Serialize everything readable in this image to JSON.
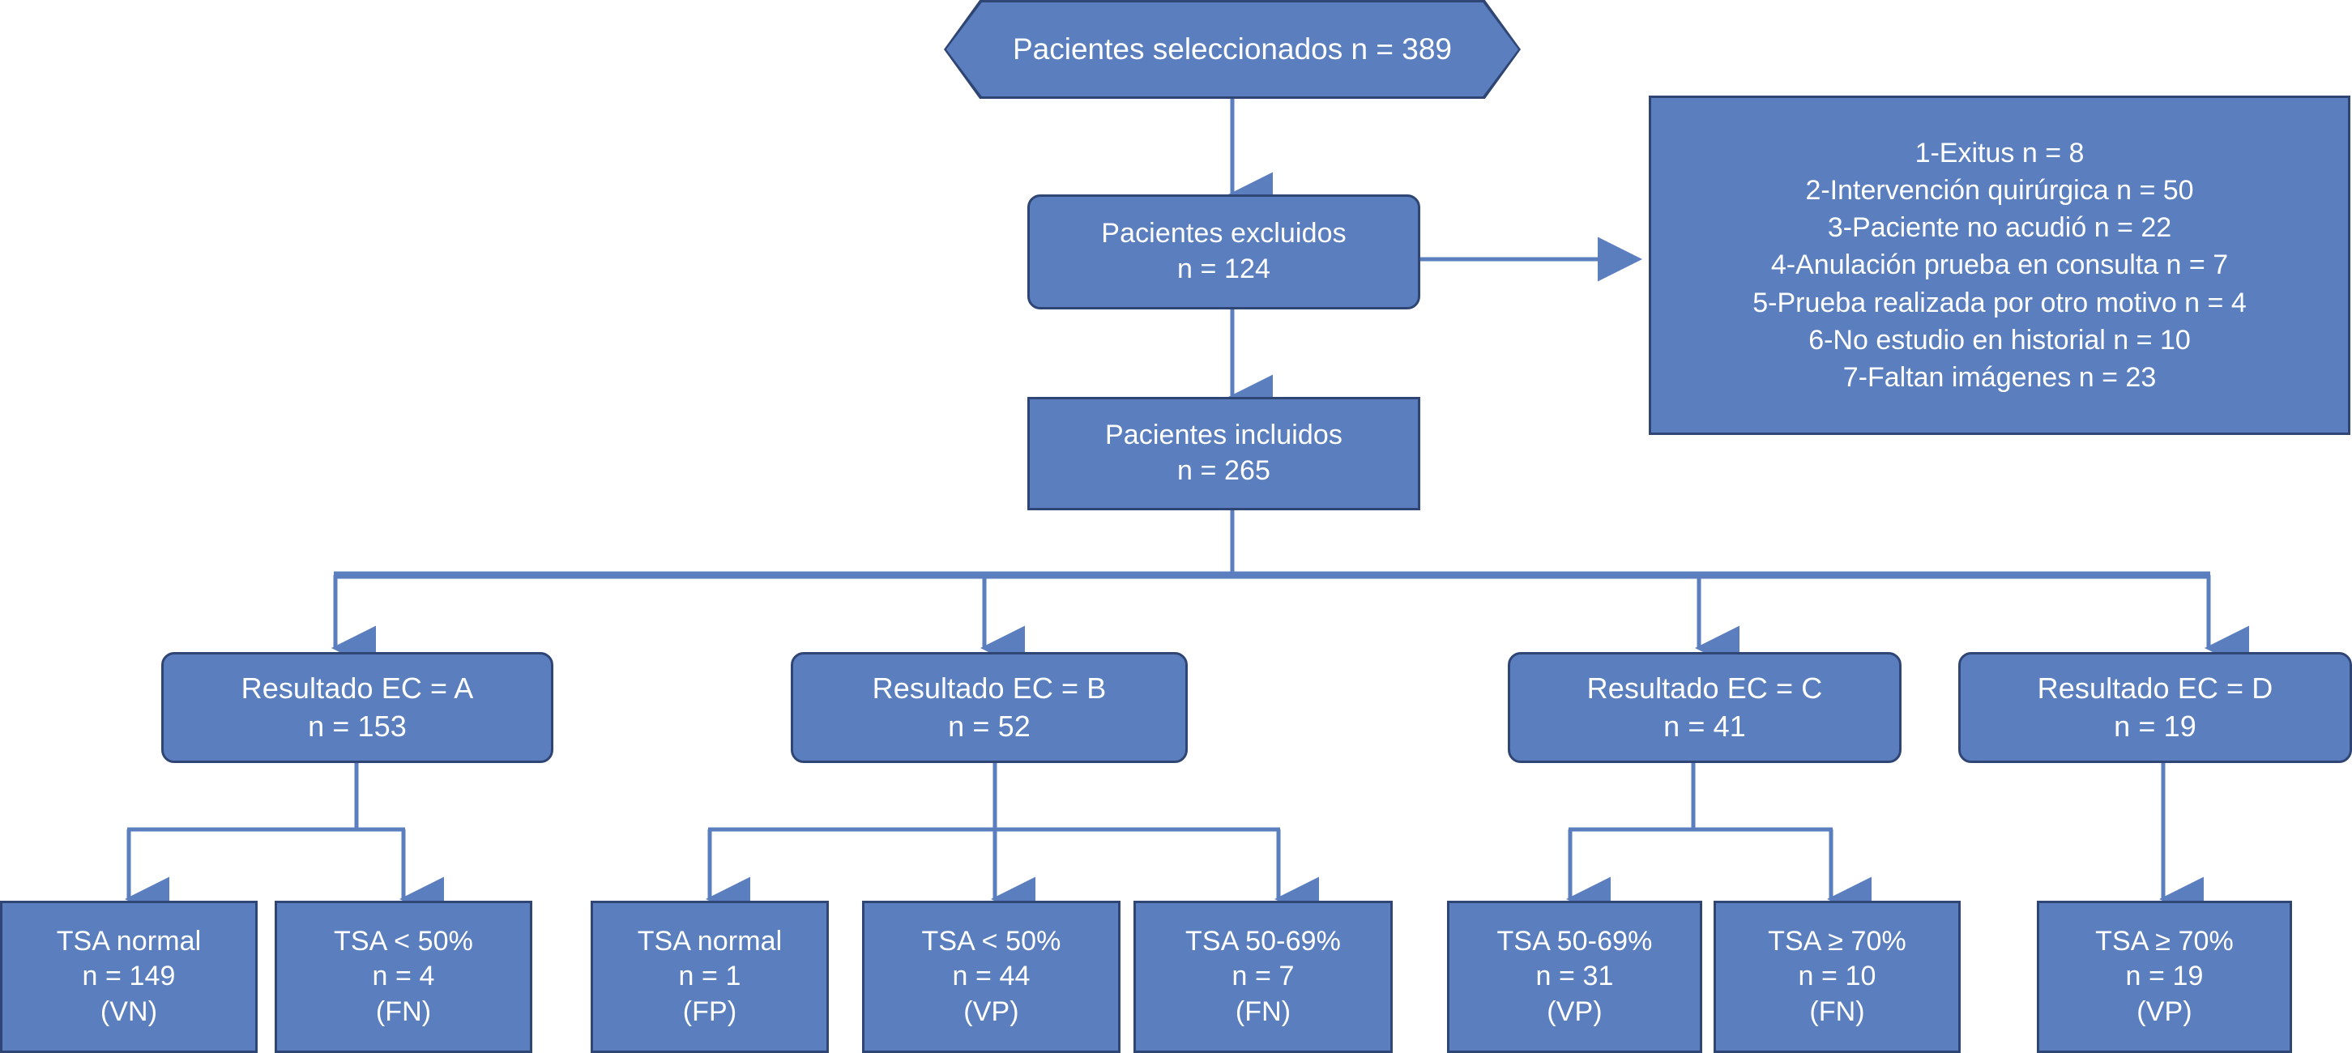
{
  "diagram": {
    "title_node": {
      "name": "pacientes-seleccionados",
      "line1": "Pacientes seleccionados",
      "line2": "n = 389",
      "shape": "hexagon"
    },
    "excluded_node": {
      "name": "pacientes-excluidos",
      "line1": "Pacientes excluidos",
      "line2": "n = 124",
      "shape": "rounded-rect"
    },
    "included_node": {
      "name": "pacientes-incluidos",
      "line1": "Pacientes incluidos",
      "line2": "n = 265",
      "shape": "rect"
    },
    "exclusion_reasons": {
      "name": "motivos-exclusion",
      "items": [
        "1-Exitus n = 8",
        "2-Intervención quirúrgica n = 50",
        "3-Paciente no acudió n = 22",
        "4-Anulación prueba en consulta n = 7",
        "5-Prueba realizada por otro motivo n = 4",
        "6-No estudio en historial n = 10",
        "7-Faltan imágenes n = 23"
      ]
    },
    "ec_groups": [
      {
        "key": "A",
        "line1": "Resultado EC = A",
        "line2": "n = 153"
      },
      {
        "key": "B",
        "line1": "Resultado EC = B",
        "line2": "n = 52"
      },
      {
        "key": "C",
        "line1": "Resultado EC = C",
        "line2": "n = 41"
      },
      {
        "key": "D",
        "line1": "Resultado EC = D",
        "line2": "n = 19"
      }
    ],
    "leaves": [
      {
        "group": "A",
        "line1": "TSA normal",
        "line2": "n = 149",
        "line3": "(VN)"
      },
      {
        "group": "A",
        "line1": "TSA < 50%",
        "line2": "n = 4",
        "line3": "(FN)"
      },
      {
        "group": "B",
        "line1": "TSA normal",
        "line2": "n = 1",
        "line3": "(FP)"
      },
      {
        "group": "B",
        "line1": "TSA < 50%",
        "line2": "n = 44",
        "line3": "(VP)"
      },
      {
        "group": "B",
        "line1": "TSA 50-69%",
        "line2": "n = 7",
        "line3": "(FN)"
      },
      {
        "group": "C",
        "line1": "TSA 50-69%",
        "line2": "n = 31",
        "line3": "(VP)"
      },
      {
        "group": "C",
        "line1": "TSA ≥ 70%",
        "line2": "n = 10",
        "line3": "(FN)"
      },
      {
        "group": "D",
        "line1": "TSA ≥ 70%",
        "line2": "n = 19",
        "line3": "(VP)"
      }
    ],
    "colors": {
      "node_fill": "#5b7fbe",
      "node_border": "#2f4675",
      "connector": "#5b7fbe",
      "text": "#ffffff",
      "background": "#ffffff"
    }
  }
}
